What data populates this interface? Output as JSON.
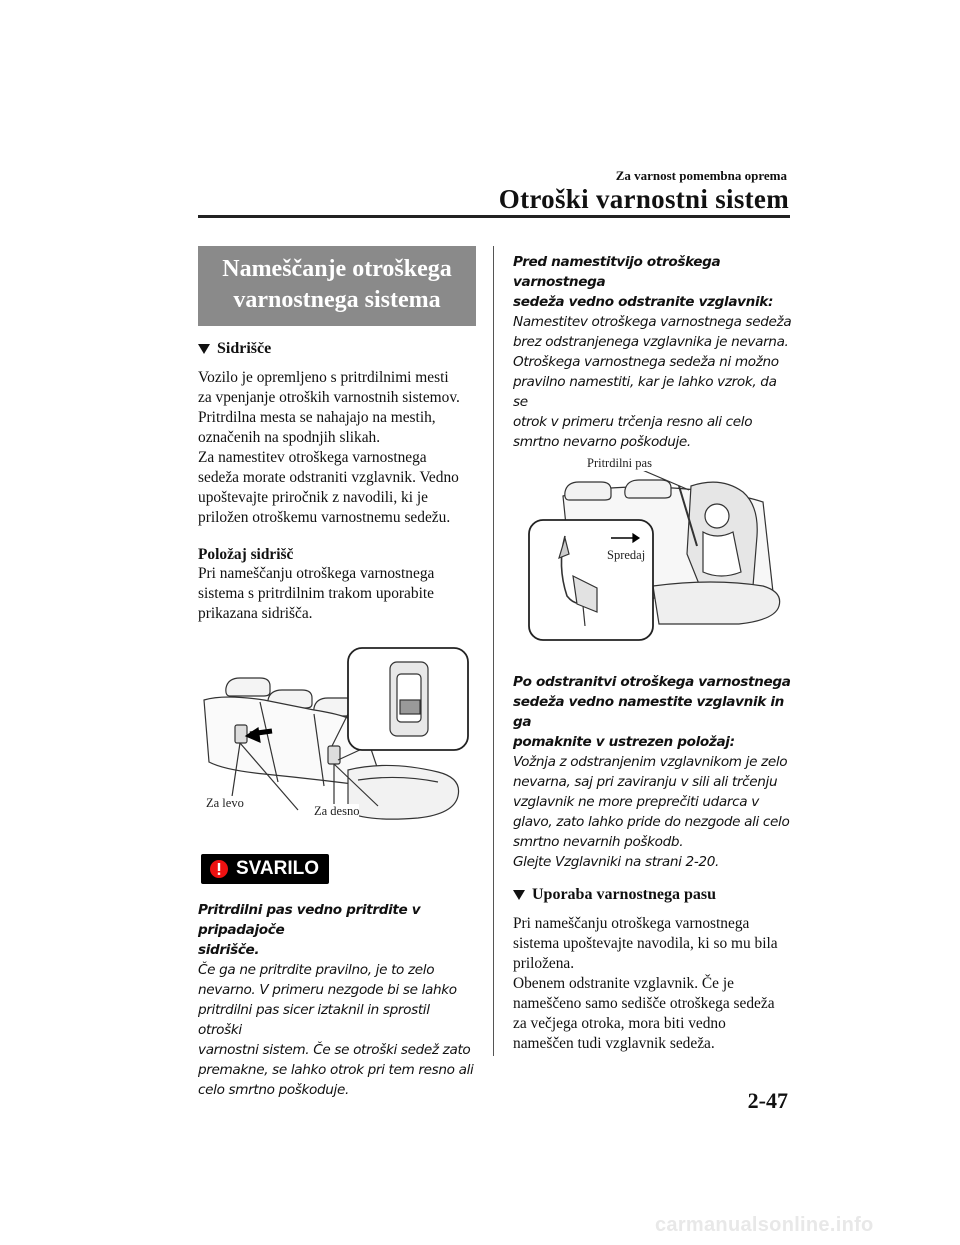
{
  "header": {
    "section": "Za varnost pomembna oprema",
    "title": "Otroški varnostni sistem"
  },
  "left": {
    "section_title_line1": "Nameščanje otroškega",
    "section_title_line2": "varnostnega sistema",
    "sub1": "Sidrišče",
    "para1": [
      "Vozilo je opremljeno s pritrdilnimi mesti",
      "za vpenjanje otroških varnostnih sistemov.",
      "Pritrdilna mesta se nahajajo na mestih,",
      "označenih na spodnjih slikah.",
      "Za namestitev otroškega varnostnega",
      "sedeža morate odstraniti vzglavnik. Vedno",
      "upoštevajte priročnik z navodili, ki je",
      "priložen otroškemu varnostnemu sedežu."
    ],
    "pos_head": "Položaj sidrišč",
    "para2": [
      "Pri nameščanju otroškega varnostnega",
      "sistema s pritrdilnim trakom uporabite",
      "prikazana sidrišča."
    ],
    "fig_label_left": "Za levo",
    "fig_label_right": "Za desno",
    "warning_label": "SVARILO",
    "warn_bold": [
      "Pritrdilni pas vedno pritrdite v pripadajoče",
      "sidrišče."
    ],
    "warn_text": [
      "Če ga ne pritrdite pravilno, je to zelo",
      "nevarno. V primeru nezgode bi se lahko",
      "pritrdilni pas sicer iztaknil in sprostil otroški",
      "varnostni sistem. Če se otroški sedež zato",
      "premakne, se lahko otrok pri tem resno ali",
      "celo smrtno poškoduje."
    ]
  },
  "right": {
    "bold1": [
      "Pred namestitvijo otroškega varnostnega",
      "sedeža vedno odstranite vzglavnik:"
    ],
    "text1": [
      "Namestitev otroškega varnostnega sedeža",
      "brez odstranjenega vzglavnika je nevarna.",
      "Otroškega varnostnega sedeža ni možno",
      "pravilno namestiti, kar je lahko vzrok, da se",
      "otrok v primeru trčenja resno ali celo",
      "smrtno nevarno poškoduje."
    ],
    "fig_label_strap": "Pritrdilni pas",
    "fig_label_front": "Spredaj",
    "bold2": [
      "Po odstranitvi otroškega varnostnega",
      "sedeža vedno namestite vzglavnik in ga",
      "pomaknite v ustrezen položaj:"
    ],
    "text2": [
      "Vožnja z odstranjenim vzglavnikom je zelo",
      "nevarna, saj pri zaviranju v sili ali trčenju",
      "vzglavnik ne more preprečiti udarca v",
      "glavo, zato lahko pride do nezgode ali celo",
      "smrtno nevarnih poškodb.",
      "Glejte Vzglavniki na strani 2-20."
    ],
    "sub2": "Uporaba varnostnega pasu",
    "para3": [
      "Pri nameščanju otroškega varnostnega",
      "sistema upoštevajte navodila, ki so mu bila",
      "priložena.",
      "Obenem odstranite vzglavnik. Če je",
      "nameščeno samo sedišče otroškega sedeža",
      "za večjega otroka, mora biti vedno",
      "nameščen tudi vzglavnik sedeža."
    ]
  },
  "page_number": "2-47",
  "watermark": "carmanualsonline.info"
}
